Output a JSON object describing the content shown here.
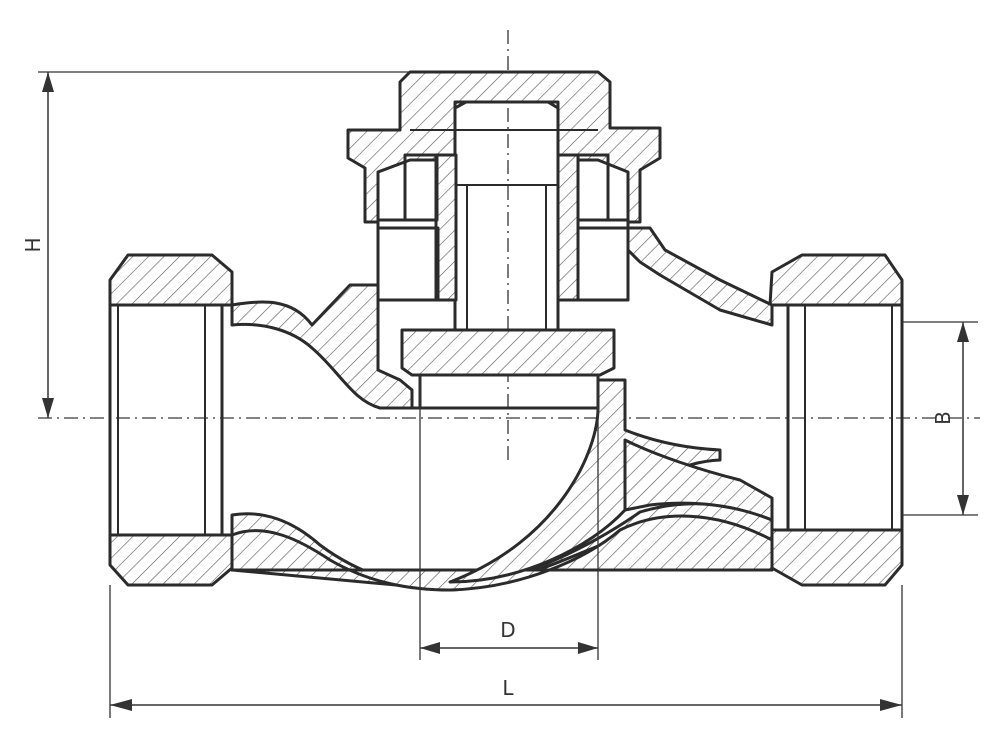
{
  "diagram": {
    "dimension_labels": {
      "height": "H",
      "length": "L",
      "bore": "D",
      "thread": "B"
    }
  }
}
